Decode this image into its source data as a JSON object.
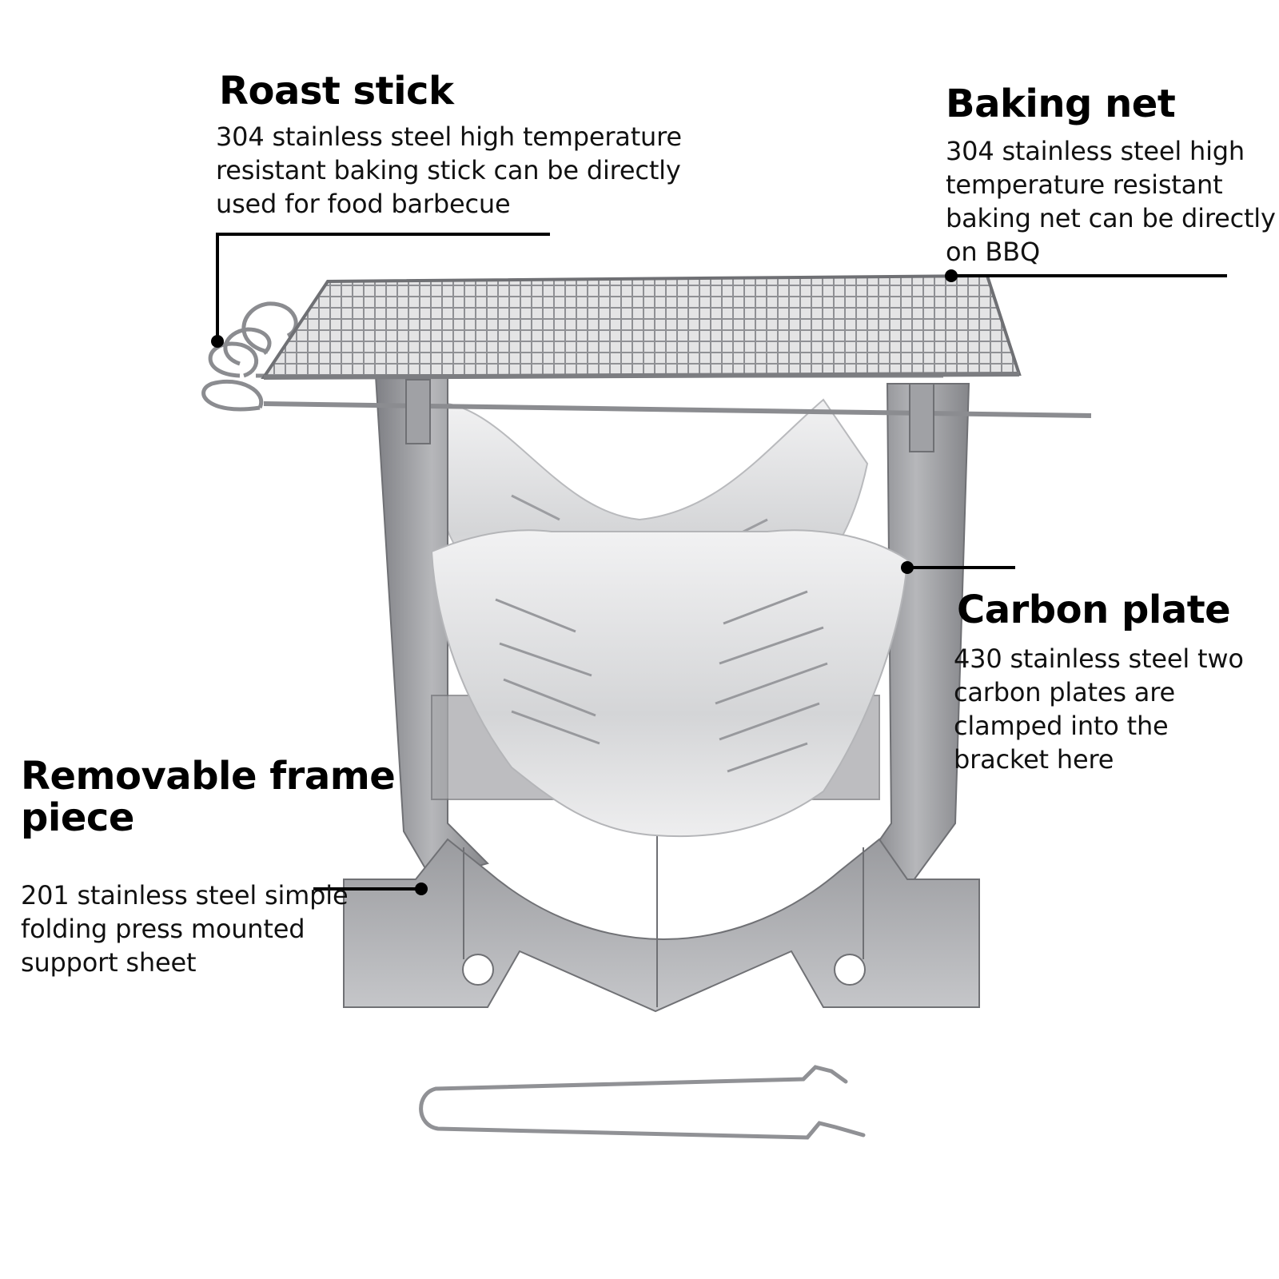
{
  "callouts": {
    "roast_stick": {
      "title": "Roast stick",
      "description": "304 stainless steel high temperature\nresistant baking stick can be directly\nused for food barbecue"
    },
    "baking_net": {
      "title": "Baking net",
      "description": "304 stainless steel high\ntemperature resistant\nbaking net can be directly\non BBQ"
    },
    "carbon_plate": {
      "title": "Carbon plate",
      "description": "430 stainless steel two\ncarbon plates are\nclamped into the\nbracket here"
    },
    "removable_frame": {
      "title": "Removable frame\npiece",
      "description": "201 stainless steel simple\nfolding press mounted\nsupport sheet"
    }
  },
  "colors": {
    "leader_line": "#000000",
    "steel_dark": "#8e8f93",
    "steel_light": "#d9dadc",
    "plate": "#e6e7e8"
  }
}
